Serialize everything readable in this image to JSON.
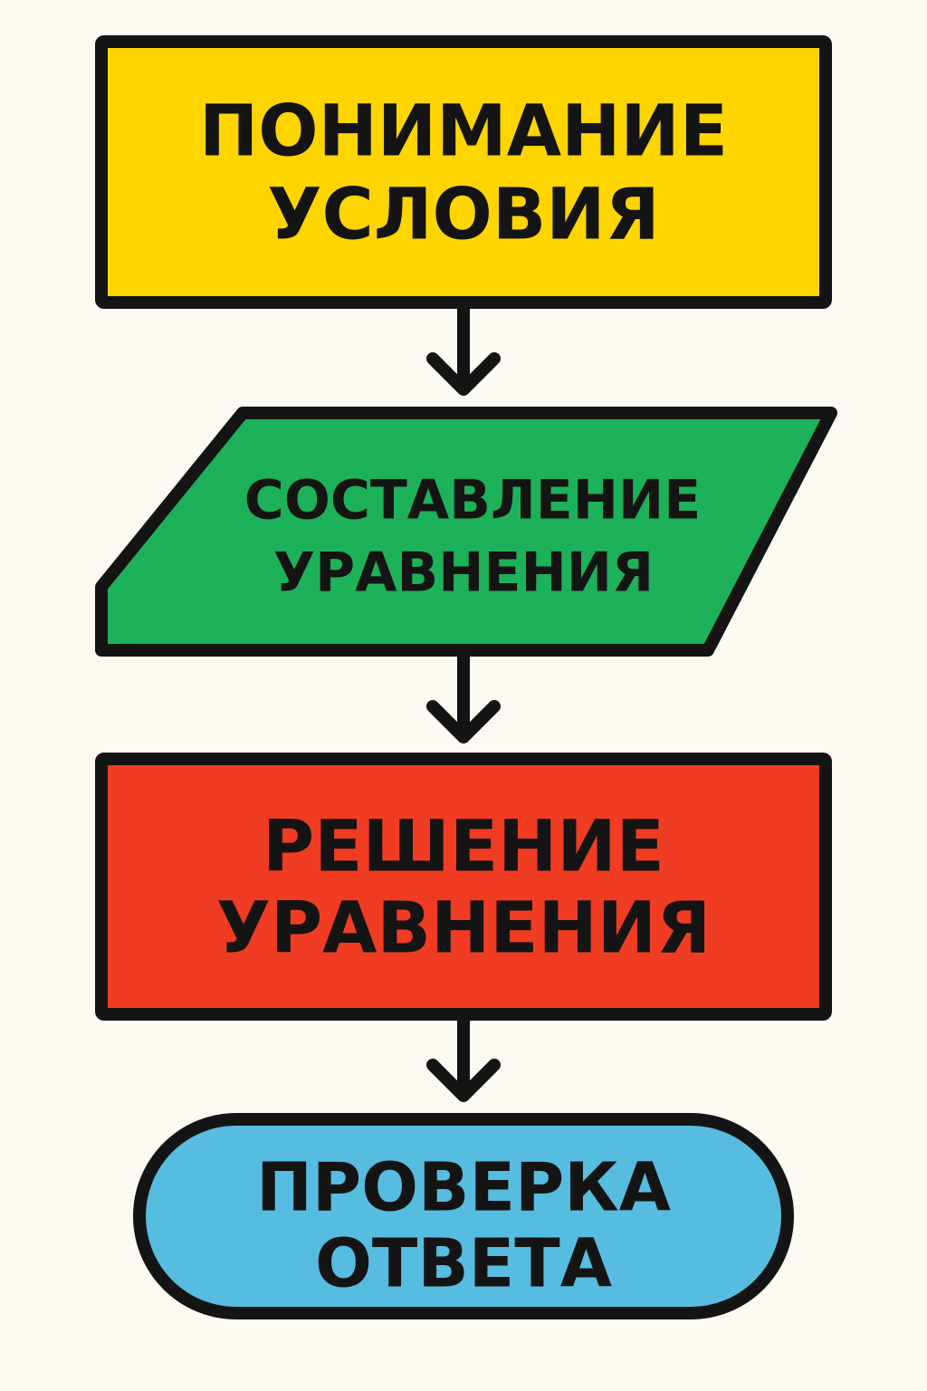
{
  "colors": {
    "background": "#fdfaf4",
    "outline": "#141414",
    "understand_fill": "#ffd500",
    "compose_fill": "#1db15a",
    "solve_fill": "#f03c22",
    "check_fill": "#56bde0"
  },
  "nodes": [
    {
      "id": "understand",
      "shape": "rectangle",
      "lines": [
        "ПОНИМАНИЕ",
        "УСЛОВИЯ"
      ]
    },
    {
      "id": "compose",
      "shape": "parallelogram",
      "lines": [
        "СОСТАВЛЕНИЕ",
        "УРАВНЕНИЯ"
      ]
    },
    {
      "id": "solve",
      "shape": "rectangle",
      "lines": [
        "РЕШЕНИЕ",
        "УРАВНЕНИЯ"
      ]
    },
    {
      "id": "check",
      "shape": "terminator",
      "lines": [
        "ПРОВЕРКА",
        "ОТВЕТА"
      ]
    }
  ],
  "edges": [
    {
      "from": "understand",
      "to": "compose"
    },
    {
      "from": "compose",
      "to": "solve"
    },
    {
      "from": "solve",
      "to": "check"
    }
  ]
}
